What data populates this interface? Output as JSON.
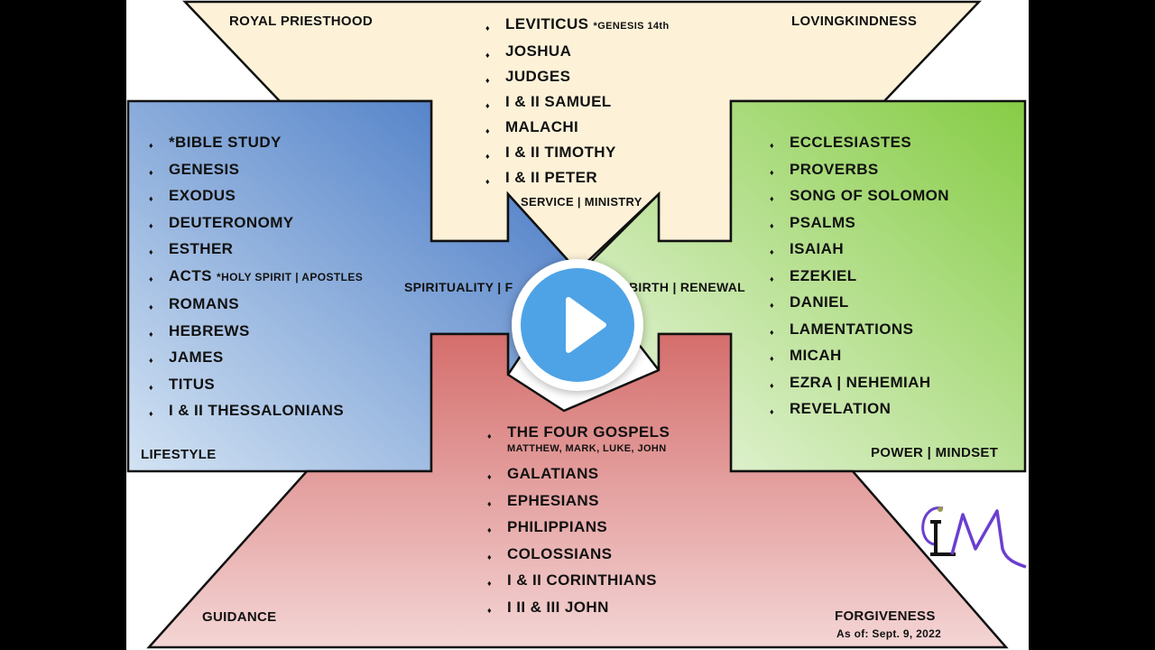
{
  "top": {
    "left_label": "ROYAL PRIESTHOOD",
    "right_label": "LOVINGKINDNESS",
    "bottom_label": "SERVICE | MINISTRY",
    "items": [
      "LEVITICUS",
      "JOSHUA",
      "JUDGES",
      "I & II SAMUEL",
      "MALACHI",
      "I & II TIMOTHY",
      "I & II PETER"
    ],
    "note": "*GENESIS 14th"
  },
  "left": {
    "items": [
      "*BIBLE STUDY",
      "GENESIS",
      "EXODUS",
      "DEUTERONOMY",
      "ESTHER",
      "ACTS",
      "ROMANS",
      "HEBREWS",
      "JAMES",
      "TITUS",
      "I & II THESSALONIANS"
    ],
    "acts_note": "*HOLY SPIRIT | APOSTLES",
    "label": "LIFESTYLE",
    "arrow_label": "SPIRITUALITY | F"
  },
  "right": {
    "items": [
      "ECCLESIASTES",
      "PROVERBS",
      "SONG OF SOLOMON",
      "PSALMS",
      "ISAIAH",
      "EZEKIEL",
      "DANIEL",
      "LAMENTATIONS",
      "MICAH",
      "EZRA | NEHEMIAH",
      "REVELATION"
    ],
    "label": "POWER | MINDSET",
    "arrow_label": "BIRTH | RENEWAL"
  },
  "bottom": {
    "items": [
      "THE FOUR GOSPELS",
      "GALATIANS",
      "EPHESIANS",
      "PHILIPPIANS",
      "COLOSSIANS",
      "I & II CORINTHIANS",
      "I II & III JOHN"
    ],
    "gospels_sub": "MATTHEW, MARK, LUKE, JOHN",
    "left_label": "GUIDANCE",
    "right_label": "FORGIVENESS",
    "date": "As of: Sept. 9, 2022"
  },
  "logo": "ILM",
  "colors": {
    "play": "#4ea3e6",
    "blue": "#4a7cc4",
    "green": "#8fd14f",
    "red": "#d97a78",
    "cream": "#fdf2d8"
  }
}
